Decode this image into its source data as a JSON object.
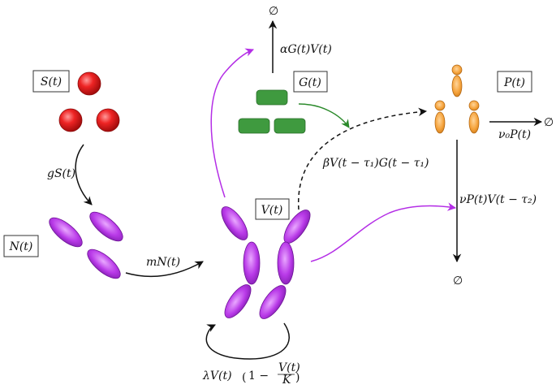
{
  "colors": {
    "red": "#e21a1a",
    "purple": "#b43fe0",
    "purple_arrow": "#b42ee6",
    "green": "#3f9a3f",
    "green_arrow": "#2b8a2b",
    "orange": "#f5a23a",
    "black": "#111111"
  },
  "nodes": {
    "S": "S(t)",
    "N": "N(t)",
    "V": "V(t)",
    "G": "G(t)",
    "P": "P(t)"
  },
  "rates": {
    "gS": "gS(t)",
    "mN": "mN(t)",
    "alphaGV": "αG(t)V(t)",
    "betaV": "βV(t − τ₁)G(t − τ₁)",
    "nuPV": "νP(t)V(t − τ₂)",
    "nu0P": "ν₀P(t)",
    "logistic_prefix": "λV(t)",
    "logistic_one": "1 −",
    "logistic_num": "V(t)",
    "logistic_den": "K"
  },
  "sinks": {
    "top": "∅",
    "right": "∅",
    "bottom": "∅"
  }
}
